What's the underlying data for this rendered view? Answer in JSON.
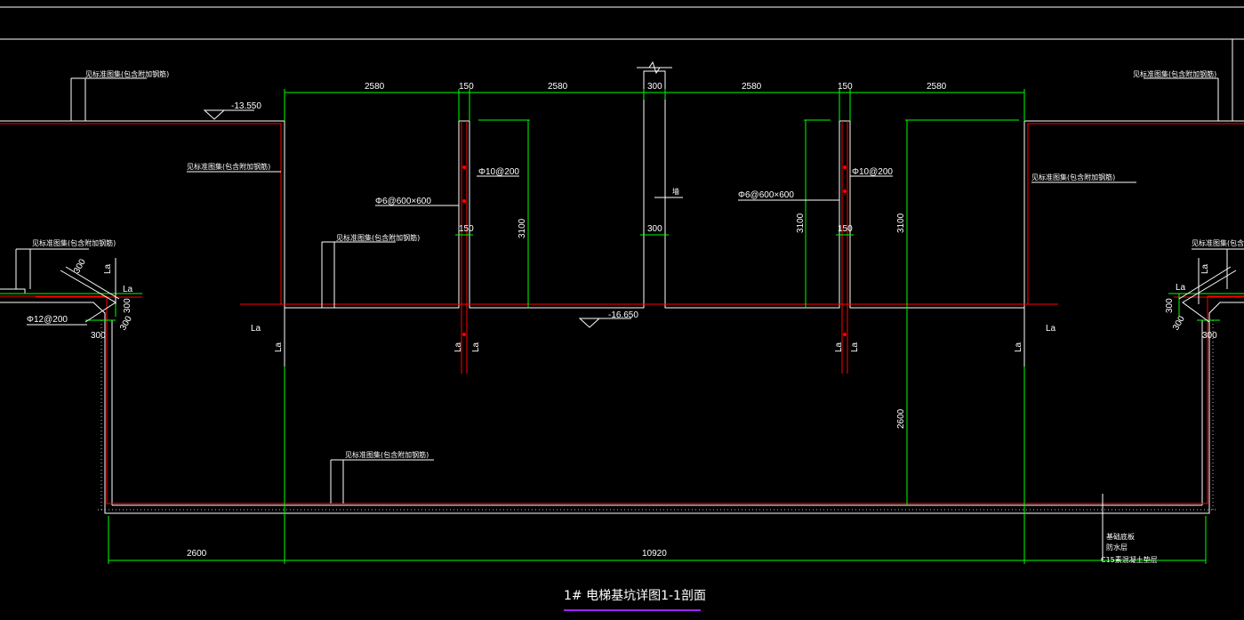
{
  "drawing": {
    "title": "1# 电梯基坑详图1-1剖面"
  },
  "elevations": {
    "top": "-13.550",
    "pit": "-16.650"
  },
  "top_dims": [
    "2580",
    "150",
    "2580",
    "300",
    "2580",
    "150",
    "2580"
  ],
  "bottom_dims": [
    "2600",
    "10920"
  ],
  "vertical_dims": [
    "3100",
    "3100",
    "3100",
    "2600",
    "300",
    "300",
    "300",
    "300"
  ],
  "small_dims": [
    "150",
    "150",
    "300",
    "300",
    "300",
    "300"
  ],
  "rebar": {
    "left_wall_vert": "Φ10@200",
    "left_wall_tie": "Φ6@600×600",
    "right_wall_vert": "Φ10@200",
    "right_wall_tie": "Φ6@600×600",
    "corner_bar": "Φ12@200",
    "wall_label": "墙"
  },
  "anchorage": "La",
  "notes": {
    "waterproof": "见标准图集(包含附加钢筋)",
    "layers": [
      "基础底板",
      "防水层",
      "C15素混凝土垫层"
    ]
  },
  "colors": {
    "background": "#000000",
    "concrete": "#ffffff",
    "rebar": "#ff0000",
    "dimension": "#00ff00",
    "text": "#ffffff",
    "title_underline": "#a020f0"
  }
}
